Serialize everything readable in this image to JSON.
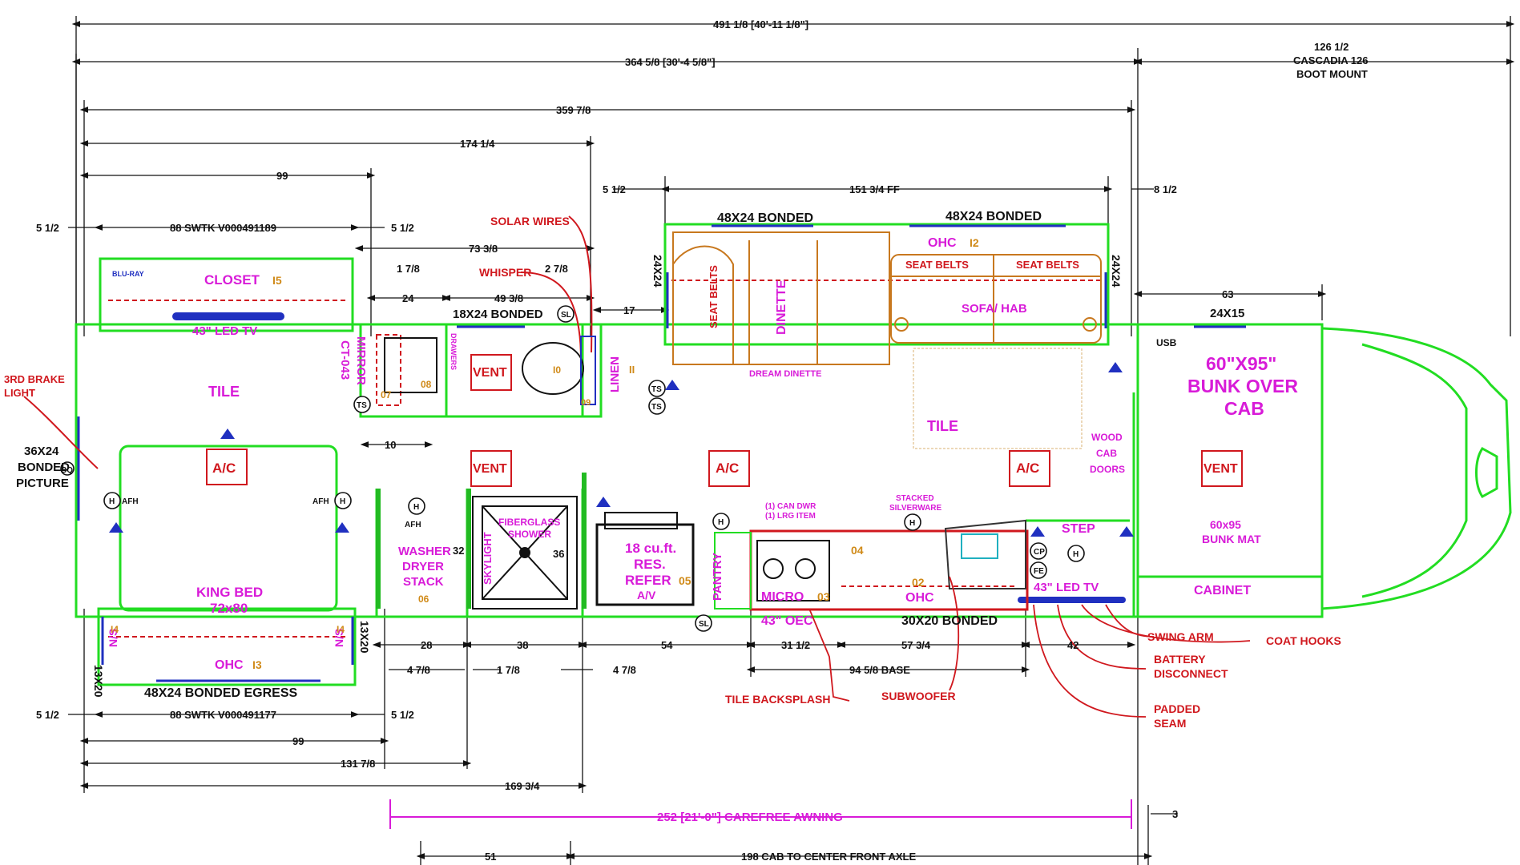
{
  "dimensions": {
    "overall": "491 1/8 [40'-11 1/8\"]",
    "body": "364 5/8 [30'-4 5/8\"]",
    "cab_line1": "126 1/2",
    "cab_line2": "CASCADIA 126",
    "cab_line3": "BOOT MOUNT",
    "d359": "359 7/8",
    "d174": "174 1/4",
    "d99_top": "99",
    "d5_left_top": "5 1/2",
    "d88_top": "88  SWTK V000491189",
    "d5_mid_top": "5 1/2",
    "d5_sofa": "5 1/2",
    "d151": "151 3/4   FF",
    "d8": "8 1/2",
    "d73": "73 3/8",
    "d1_7_8": "1 7/8",
    "d2_7_8": "2 7/8",
    "d24": "24",
    "d49": "49 3/8",
    "d17": "17",
    "d63": "63",
    "d10": "10",
    "d32": "32",
    "d36": "36",
    "d28": "28",
    "d38": "38",
    "d54": "54",
    "d31": "31 1/2",
    "d57": "57 3/4",
    "d42": "42",
    "d4_7_8a": "4 7/8",
    "d1_7_8b": "1 7/8",
    "d4_7_8b": "4 7/8",
    "d94": "94 5/8  BASE",
    "d5_left_bot": "5 1/2",
    "d88_bot": "88  SWTK V000491177",
    "d5_mid_bot": "5 1/2",
    "d99_bot": "99",
    "d131": "131 7/8",
    "d169": "169 3/4",
    "awning": "252 [21'-0\"] CAREFREE AWNING",
    "d3": "3",
    "d51": "51",
    "d198": "198 CAB TO CENTER FRONT AXLE"
  },
  "labels": {
    "closet": "CLOSET",
    "closet_num": "I5",
    "blu_ray": "BLU-RAY",
    "led_tv_top": "43\" LED TV",
    "tile_bed": "TILE",
    "king_bed_1": "KING BED",
    "king_bed_2": "72x80",
    "ac": "A/C",
    "ohc_13": "OHC",
    "ohc_13_num": "I3",
    "ns_left": "N/S",
    "ns_right": "N/S",
    "ns_left_num": "I4",
    "ns_right_num": "I4",
    "bonded_13x20_l": "13X20",
    "bonded_13x20_r": "13X20",
    "egress": "48X24 BONDED EGRESS",
    "picture_1": "36X24",
    "picture_2": "BONDED",
    "picture_3": "PICTURE",
    "brake_1": "3RD BRAKE",
    "brake_2": "LIGHT",
    "mirror_1": "MIRROR",
    "mirror_2": "CT-043",
    "bath_bonded": "18X24 BONDED",
    "vent": "VENT",
    "num_07": "07",
    "num_08": "08",
    "num_09": "09",
    "num_10": "I0",
    "num_11": "II",
    "drawers": "DRAWERS",
    "linen": "LINEN",
    "solar": "SOLAR WIRES",
    "whisper": "WHISPER",
    "washer_1": "WASHER",
    "washer_2": "DRYER",
    "washer_3": "STACK",
    "washer_num": "06",
    "fiberglass_1": "FIBERGLASS",
    "fiberglass_2": "SHOWER",
    "skylight": "SKYLIGHT",
    "refer_1": "18 cu.ft.",
    "refer_2": "RES.",
    "refer_3": "REFER",
    "refer_num": "05",
    "refer_av": "A/V",
    "pantry": "PANTRY",
    "bonded_48_1": "48X24 BONDED",
    "bonded_48_2": "48X24 BONDED",
    "bonded_24_l": "24X24",
    "bonded_24_r": "24X24",
    "seat_belts_v": "SEAT BELTS",
    "dinette": "DINETTE",
    "dream_dinette": "DREAM DINETTE",
    "ohc_12": "OHC",
    "ohc_12_num": "I2",
    "seat_belts_1": "SEAT BELTS",
    "seat_belts_2": "SEAT BELTS",
    "sofa": "SOFA/ HAB",
    "tile_living": "TILE",
    "wood_1": "WOOD",
    "wood_2": "CAB",
    "wood_3": "DOORS",
    "can_1": "(1) CAN DWR",
    "can_2": "(1) LRG ITEM",
    "stacked_1": "STACKED",
    "stacked_2": "SILVERWARE",
    "micro": "MICRO",
    "micro_num": "03",
    "num_04": "04",
    "ohc_02_num": "02",
    "ohc_02": "OHC",
    "oec": "43\" OEC",
    "bonded_30": "30X20  BONDED",
    "step": "STEP",
    "led_tv_bot": "43\" LED TV",
    "bonded_24x15": "24X15",
    "bunk_1": "60\"X95\"",
    "bunk_2": "BUNK OVER",
    "bunk_3": "CAB",
    "bunk_mat_1": "60x95",
    "bunk_mat_2": "BUNK MAT",
    "cabinet": "CABINET",
    "usb": "USB",
    "tile_backsplash": "TILE BACKSPLASH",
    "subwoofer": "SUBWOOFER",
    "swing_arm": "SWING ARM",
    "coat_hooks": "COAT HOOKS",
    "battery_1": "BATTERY",
    "battery_2": "DISCONNECT",
    "padded_1": "PADDED",
    "padded_2": "SEAM",
    "ts": "TS",
    "sl": "SL",
    "h": "H",
    "afh": "AFH",
    "cp": "CP",
    "fe": "FE",
    "bq": "BQ"
  },
  "colors": {
    "wall": "#22dd22",
    "dimension": "#111111",
    "label": "#d81bd8",
    "furniture": "#c8781e",
    "red": "#d0181e",
    "window": "#2030c0"
  }
}
